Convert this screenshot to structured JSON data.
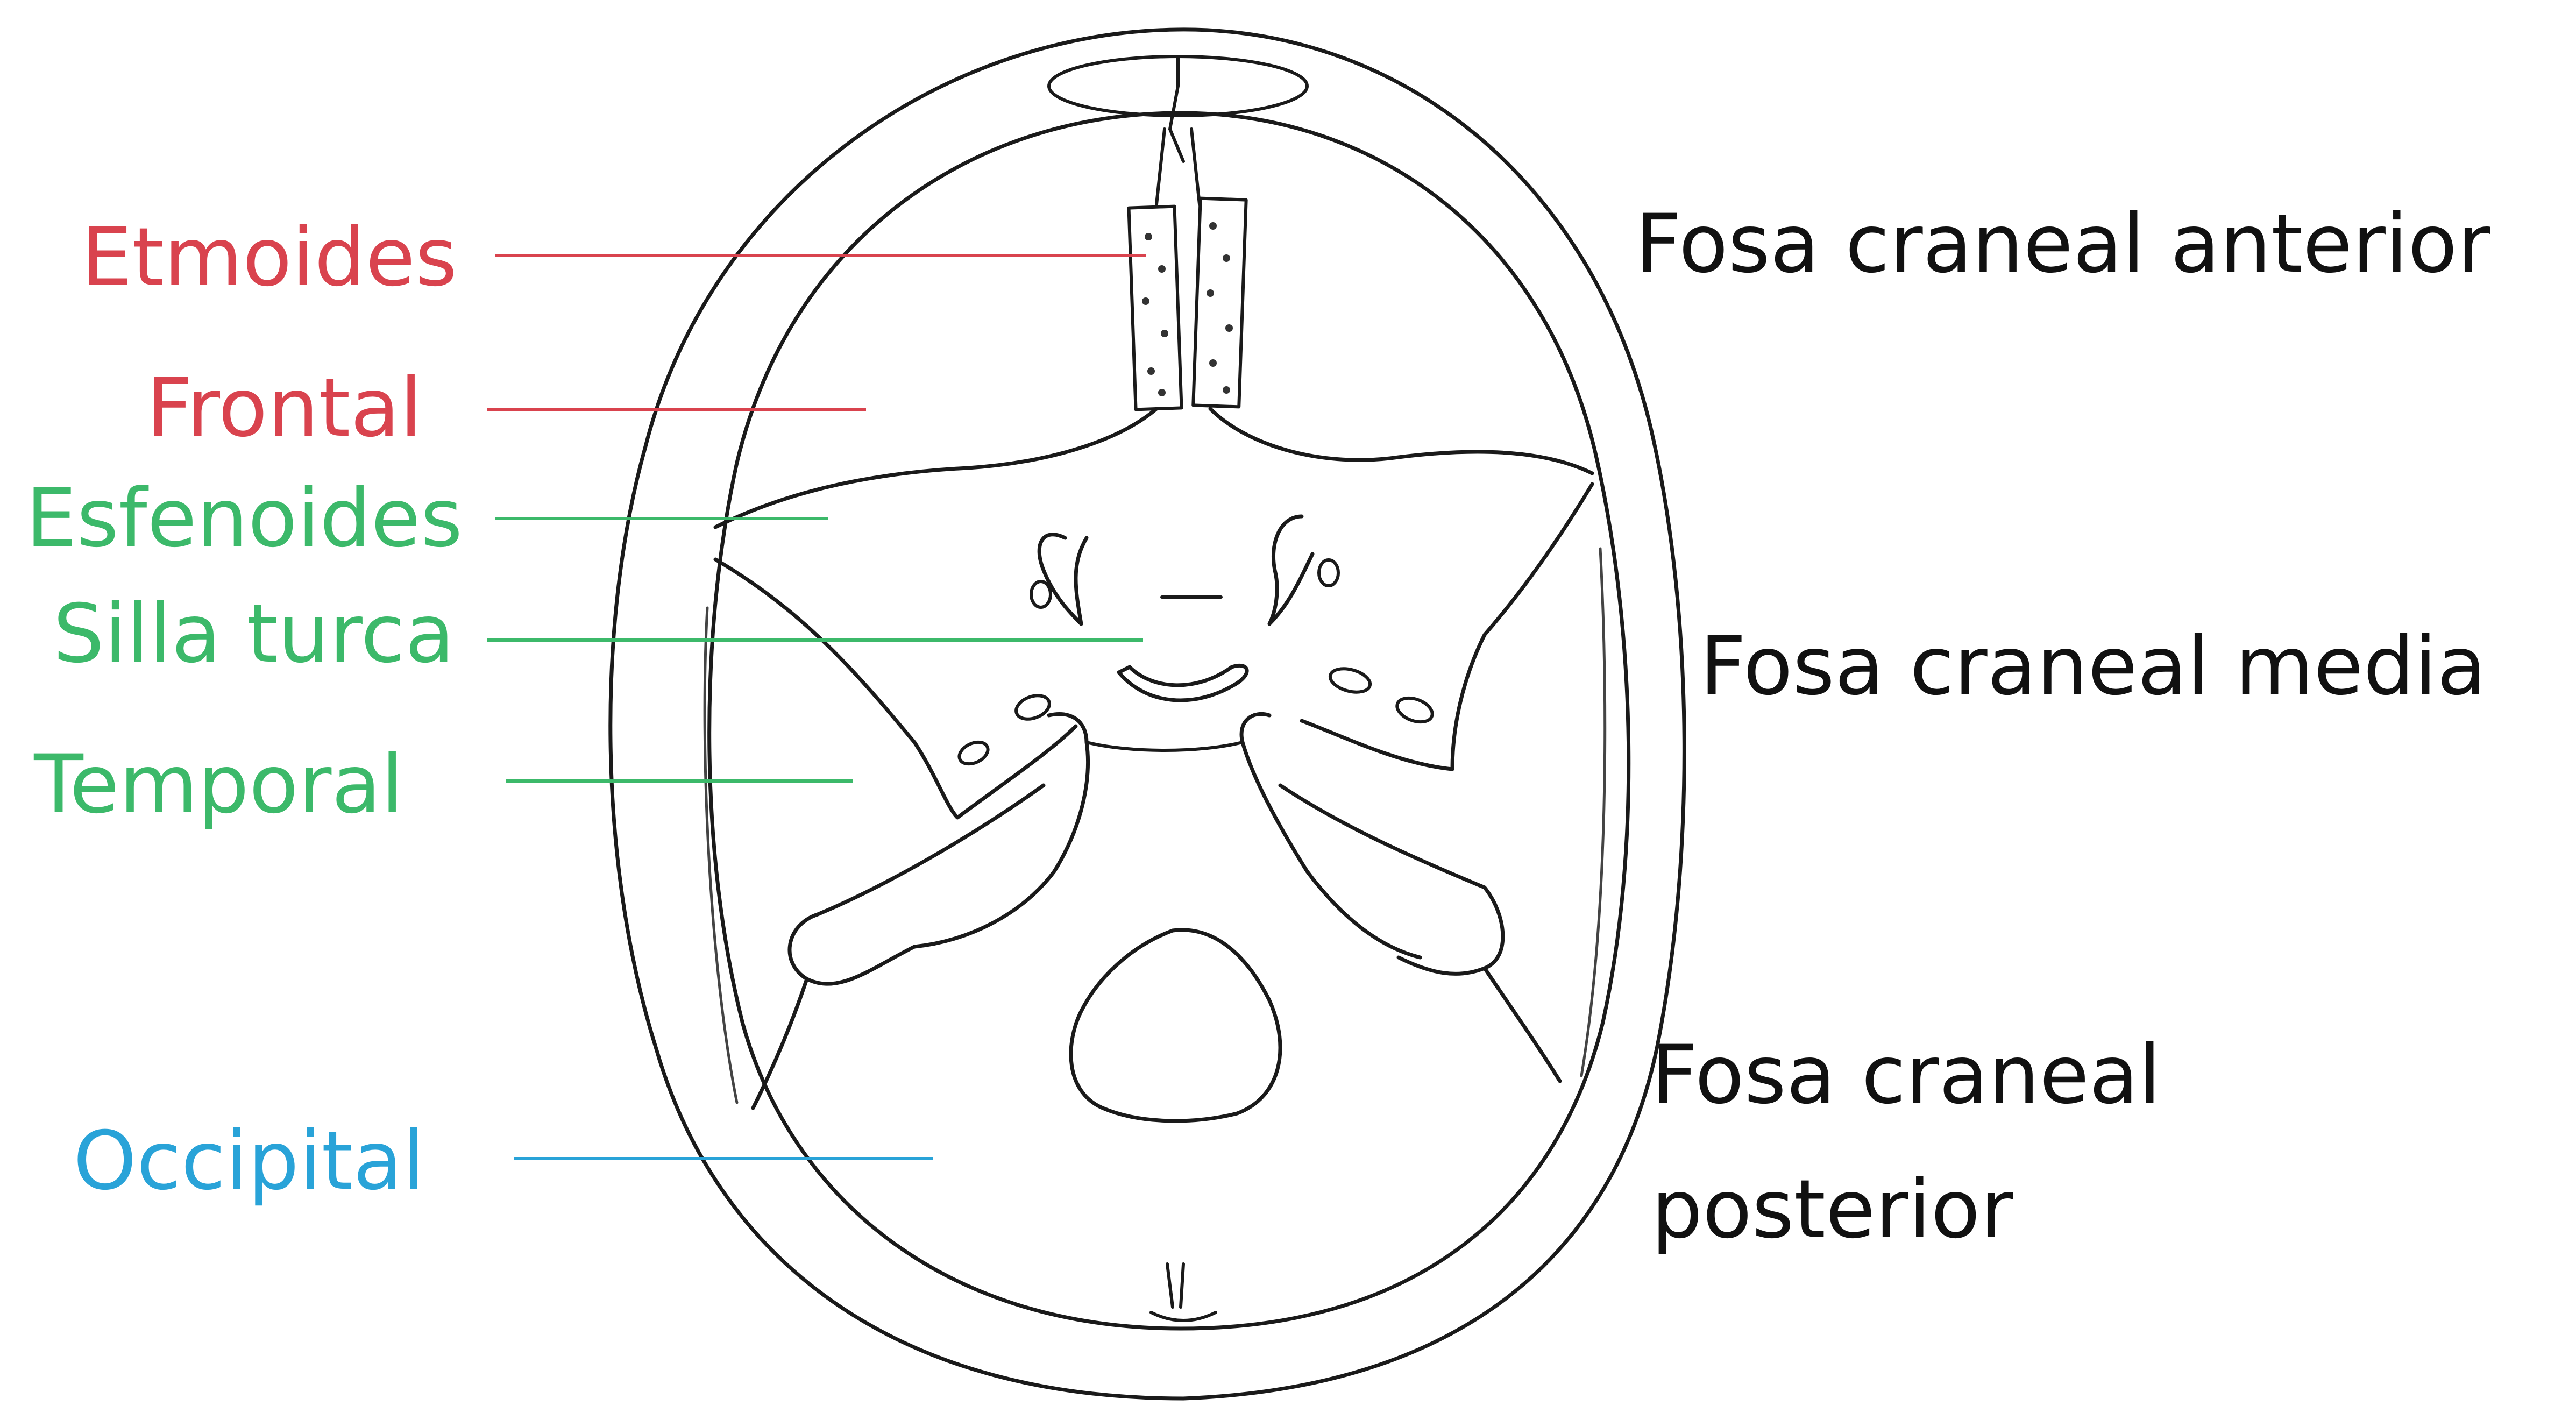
{
  "colors": {
    "red": "#d9434e",
    "green": "#3cb96a",
    "blue": "#29a3d8",
    "dark": "#111111"
  },
  "bone_labels": [
    {
      "id": "etmoides",
      "text": "Etmoides",
      "color": "red"
    },
    {
      "id": "frontal",
      "text": "Frontal",
      "color": "red"
    },
    {
      "id": "esfenoides",
      "text": "Esfenoides",
      "color": "green"
    },
    {
      "id": "silla",
      "text": "Silla turca",
      "color": "green"
    },
    {
      "id": "temporal",
      "text": "Temporal",
      "color": "green"
    },
    {
      "id": "occipital",
      "text": "Occipital",
      "color": "blue"
    }
  ],
  "fossa_labels": {
    "anterior": "Fosa craneal anterior",
    "media": "Fosa craneal media",
    "posterior_line1": "Fosa craneal",
    "posterior_line2": "posterior"
  }
}
